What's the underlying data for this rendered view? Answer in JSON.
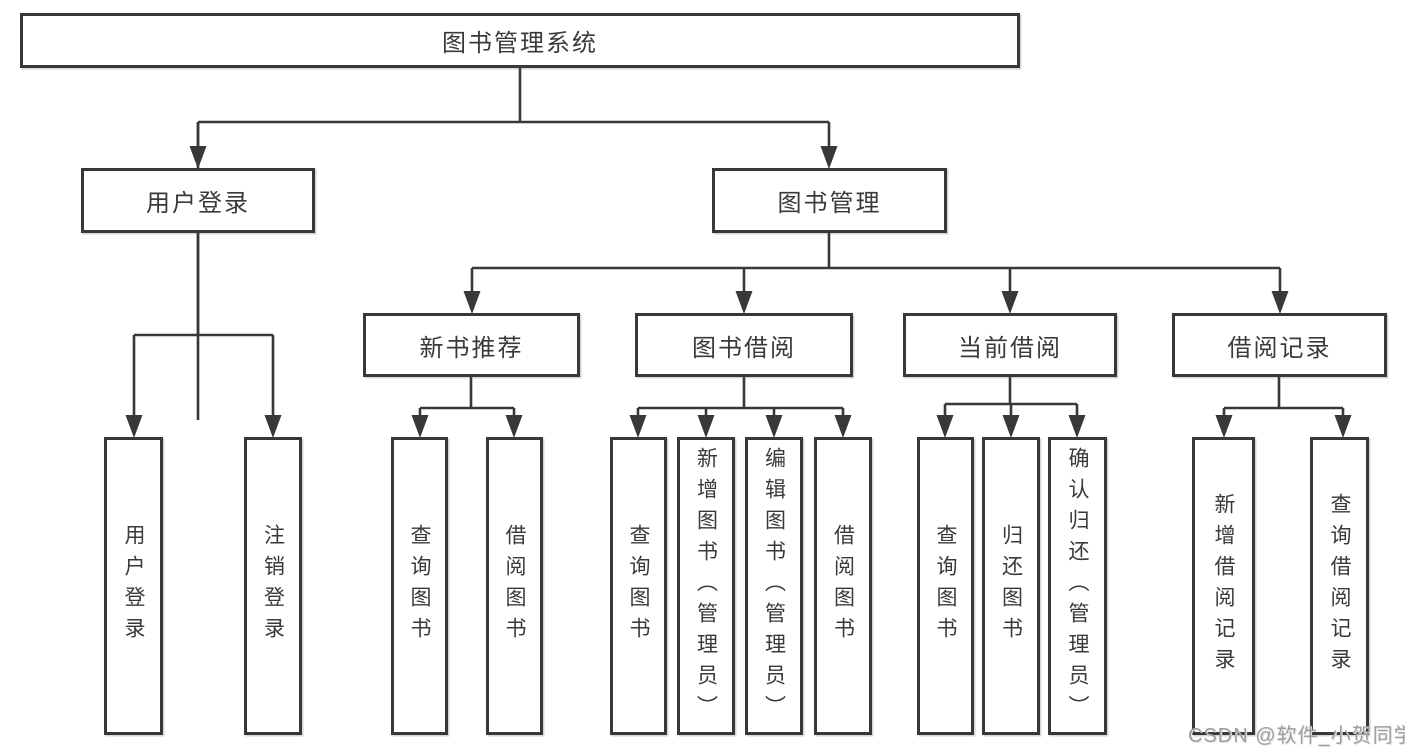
{
  "root": {
    "label": "图书管理系统"
  },
  "user_login": {
    "label": "用户登录",
    "children": {
      "login": "用户登录",
      "logout": "注销登录"
    }
  },
  "book_mgmt": {
    "label": "图书管理",
    "new_book": {
      "label": "新书推荐",
      "children": {
        "query": "查询图书",
        "borrow": "借阅图书"
      }
    },
    "borrow": {
      "label": "图书借阅",
      "children": {
        "query": "查询图书",
        "add": "新增图书（管理员）",
        "edit": "编辑图书（管理员）",
        "borrow": "借阅图书"
      }
    },
    "current": {
      "label": "当前借阅",
      "children": {
        "query": "查询图书",
        "return": "归还图书",
        "confirm": "确认归还（管理员）"
      }
    },
    "record": {
      "label": "借阅记录",
      "children": {
        "add": "新增借阅记录",
        "query": "查询借阅记录"
      }
    }
  },
  "watermark": "CSDN @软件_小贺同学",
  "colors": {
    "line": "#383838",
    "box_border": "#383838",
    "text": "#3a3a3a",
    "watermark": "#9e9e9e",
    "background": "#ffffff"
  }
}
